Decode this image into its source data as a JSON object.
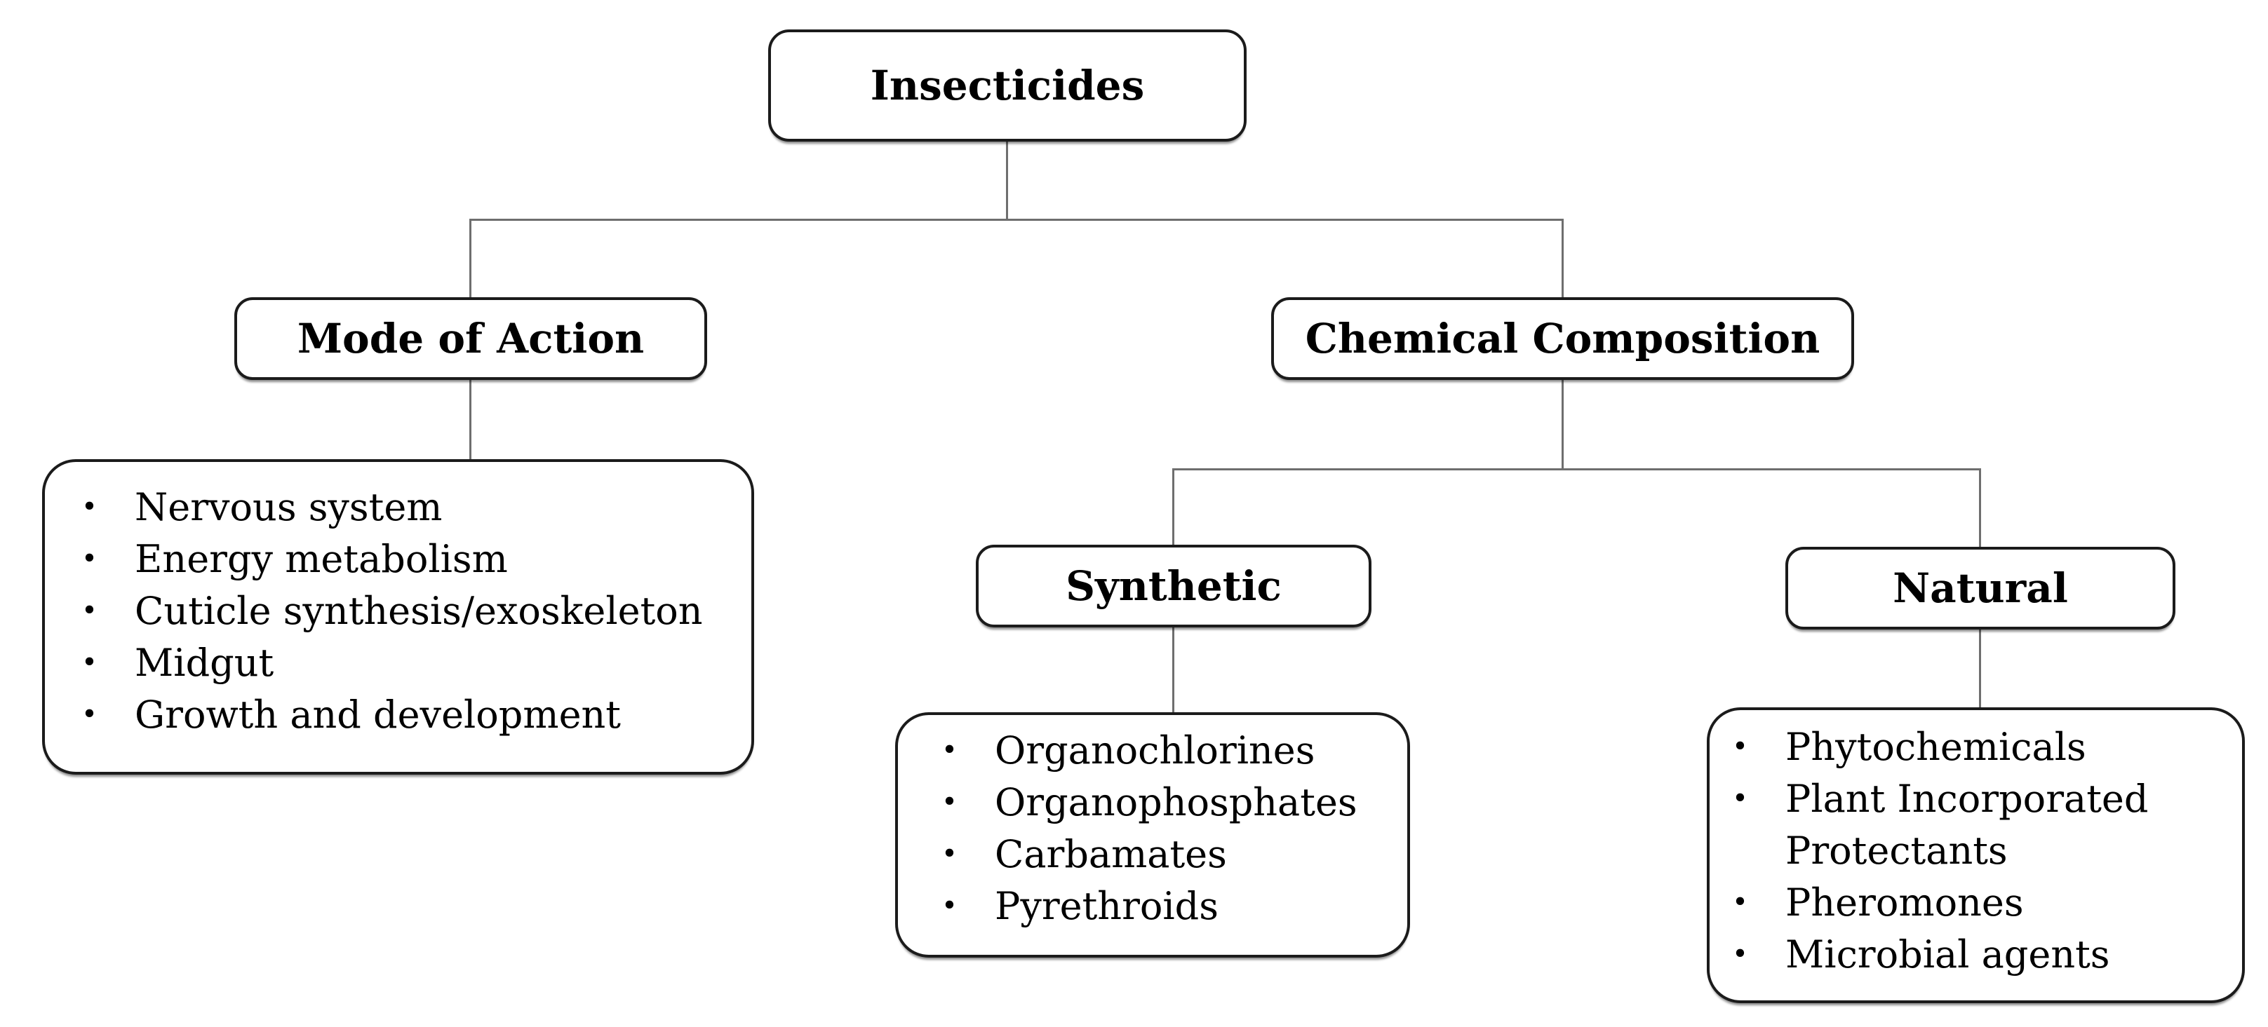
{
  "glyphs": {
    "bullet": "•"
  },
  "colors": {
    "background": "#ffffff",
    "box_fill": "#ffffff",
    "box_border": "#1b1b1b",
    "connector": "#6e6e6e",
    "text": "#000000"
  },
  "tree": {
    "label": "Insecticides",
    "children": [
      {
        "label": "Mode of Action",
        "items": [
          "Nervous system",
          "Energy metabolism",
          "Cuticle synthesis/exoskeleton",
          "Midgut",
          "Growth and development"
        ]
      },
      {
        "label": "Chemical Composition",
        "children": [
          {
            "label": "Synthetic",
            "items": [
              "Organochlorines",
              "Organophosphates",
              "Carbamates",
              "Pyrethroids"
            ]
          },
          {
            "label": "Natural",
            "items": [
              "Phytochemicals",
              "Plant Incorporated Protectants",
              "Pheromones",
              "Microbial agents"
            ]
          }
        ]
      }
    ]
  }
}
